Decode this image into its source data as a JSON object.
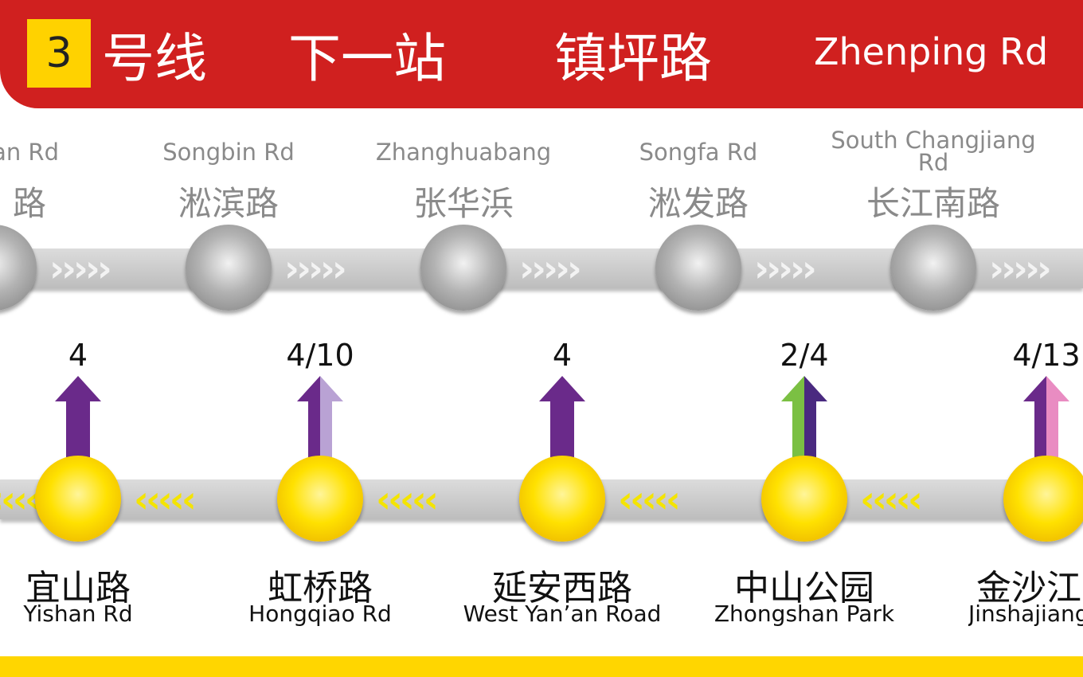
{
  "header": {
    "line_number": "3",
    "line_label": "号线",
    "next_label": "下一站",
    "next_station_cn": "镇坪路",
    "next_station_en": "Zhenping Rd"
  },
  "colors": {
    "header_red": "#d0201f",
    "badge_yellow": "#ffd200",
    "line4_purple": "#6a2a8a",
    "line10_lilac": "#b9a2d4",
    "line2_green": "#7bc043",
    "line13_pink": "#e98cc2"
  },
  "upcoming_stations": [
    {
      "cn": "路",
      "en": "an Rd"
    },
    {
      "cn": "淞滨路",
      "en": "Songbin Rd"
    },
    {
      "cn": "张华浜",
      "en": "Zhanghuabang"
    },
    {
      "cn": "淞发路",
      "en": "Songfa Rd"
    },
    {
      "cn": "长江南路",
      "en": "South Changjiang Rd"
    }
  ],
  "passed_stations": [
    {
      "cn": "宜山路",
      "en": "Yishan Rd",
      "transfer": "4"
    },
    {
      "cn": "虹桥路",
      "en": "Hongqiao Rd",
      "transfer": "4/10"
    },
    {
      "cn": "延安西路",
      "en": "West Yan’an Road",
      "transfer": "4"
    },
    {
      "cn": "中山公园",
      "en": "Zhongshan Park",
      "transfer": "2/4"
    },
    {
      "cn": "金沙江",
      "en": "Jinshajiang",
      "transfer": "4/13"
    }
  ],
  "track_arrows": {
    "top": "›››››",
    "bottom": "‹‹‹‹‹"
  }
}
